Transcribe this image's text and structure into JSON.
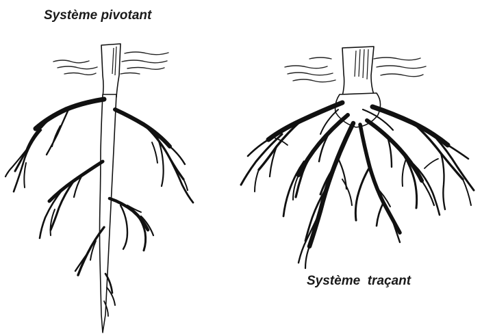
{
  "diagram": {
    "left": {
      "label": "Système pivotant",
      "kind": "taproot-system"
    },
    "right": {
      "label": "Système  traçant",
      "kind": "fibrous-spreading-root-system"
    }
  }
}
